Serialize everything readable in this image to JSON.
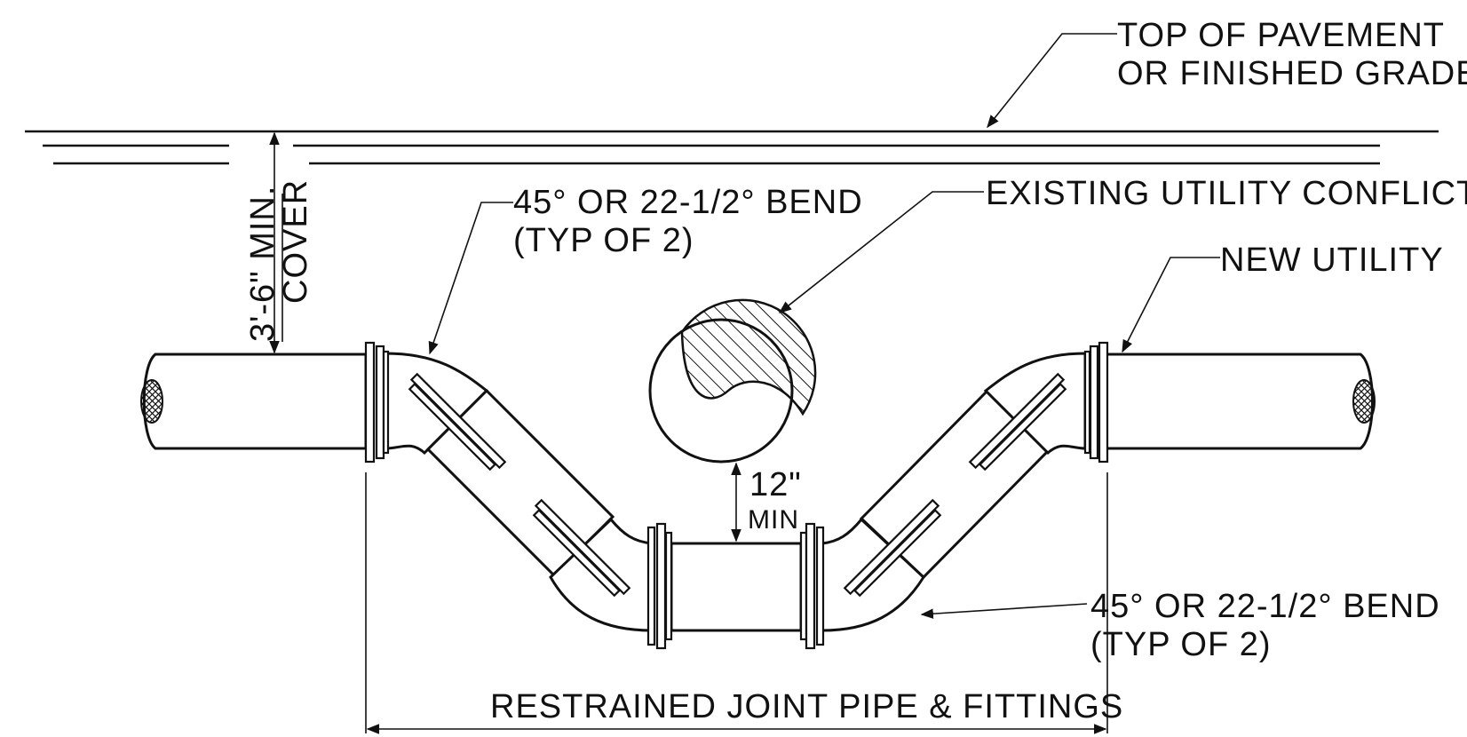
{
  "callouts": {
    "top_of_pavement_line1": "TOP OF PAVEMENT",
    "top_of_pavement_line2": "OR FINISHED GRADE",
    "bend_upper_line1": "45° OR 22-1/2° BEND",
    "bend_upper_line2": "(TYP OF 2)",
    "existing_utility": "EXISTING UTILITY CONFLICT",
    "new_utility": "NEW UTILITY",
    "bend_lower_line1": "45° OR 22-1/2° BEND",
    "bend_lower_line2": "(TYP OF 2)"
  },
  "dimensions": {
    "cover_value": "3'-6\" MIN.",
    "cover_label": "COVER",
    "clearance_value": "12\"",
    "clearance_label": "MIN",
    "restrained_span": "RESTRAINED JOINT PIPE & FITTINGS"
  },
  "colors": {
    "ink": "#111111",
    "paper": "#ffffff"
  }
}
